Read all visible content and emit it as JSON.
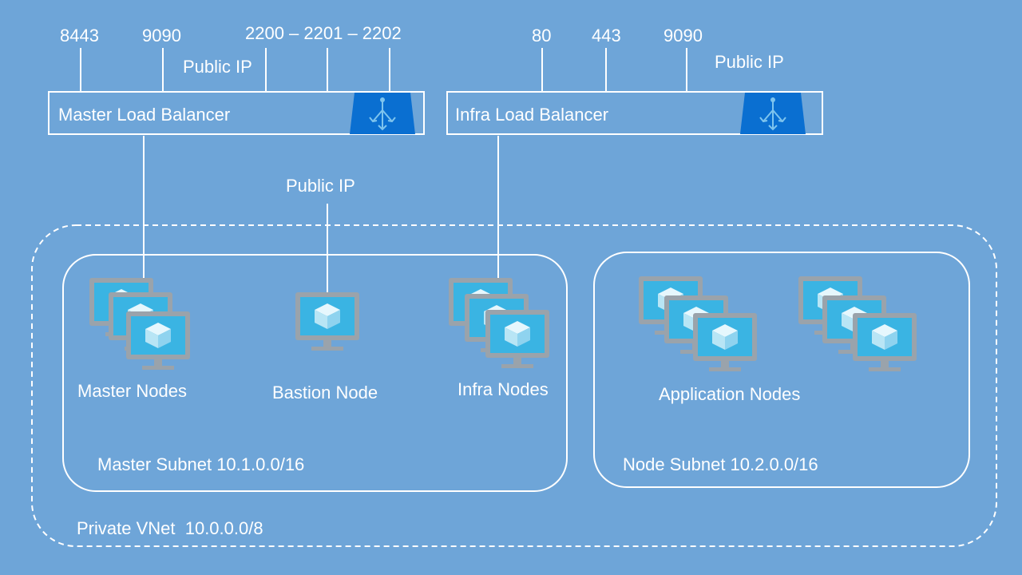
{
  "master_lb": {
    "label": "Master Load Balancer",
    "ports": [
      "8443",
      "9090",
      "2200 – 2201 – 2202"
    ],
    "public_ip": "Public IP"
  },
  "infra_lb": {
    "label": "Infra Load Balancer",
    "ports": [
      "80",
      "443",
      "9090"
    ],
    "public_ip": "Public IP"
  },
  "bastion": {
    "public_ip": "Public IP",
    "label": "Bastion Node"
  },
  "master_subnet": {
    "label": "Master Subnet  10.1.0.0/16",
    "nodes": {
      "master": "Master Nodes",
      "infra": "Infra Nodes"
    }
  },
  "node_subnet": {
    "label": "Node Subnet 10.2.0.0/16",
    "nodes": "Application Nodes"
  },
  "vnet": {
    "label": "Private VNet  10.0.0.0/8"
  },
  "icons": {
    "load_balancer": "load-balancer-icon",
    "vm": "virtual-machine-icon"
  },
  "colors": {
    "background": "#6ea5d8",
    "lb_icon": "#0a6fd1",
    "monitor_frame": "#9aa3ab",
    "monitor_screen": "#3ab4e3",
    "cube": "#b8e5f5"
  }
}
